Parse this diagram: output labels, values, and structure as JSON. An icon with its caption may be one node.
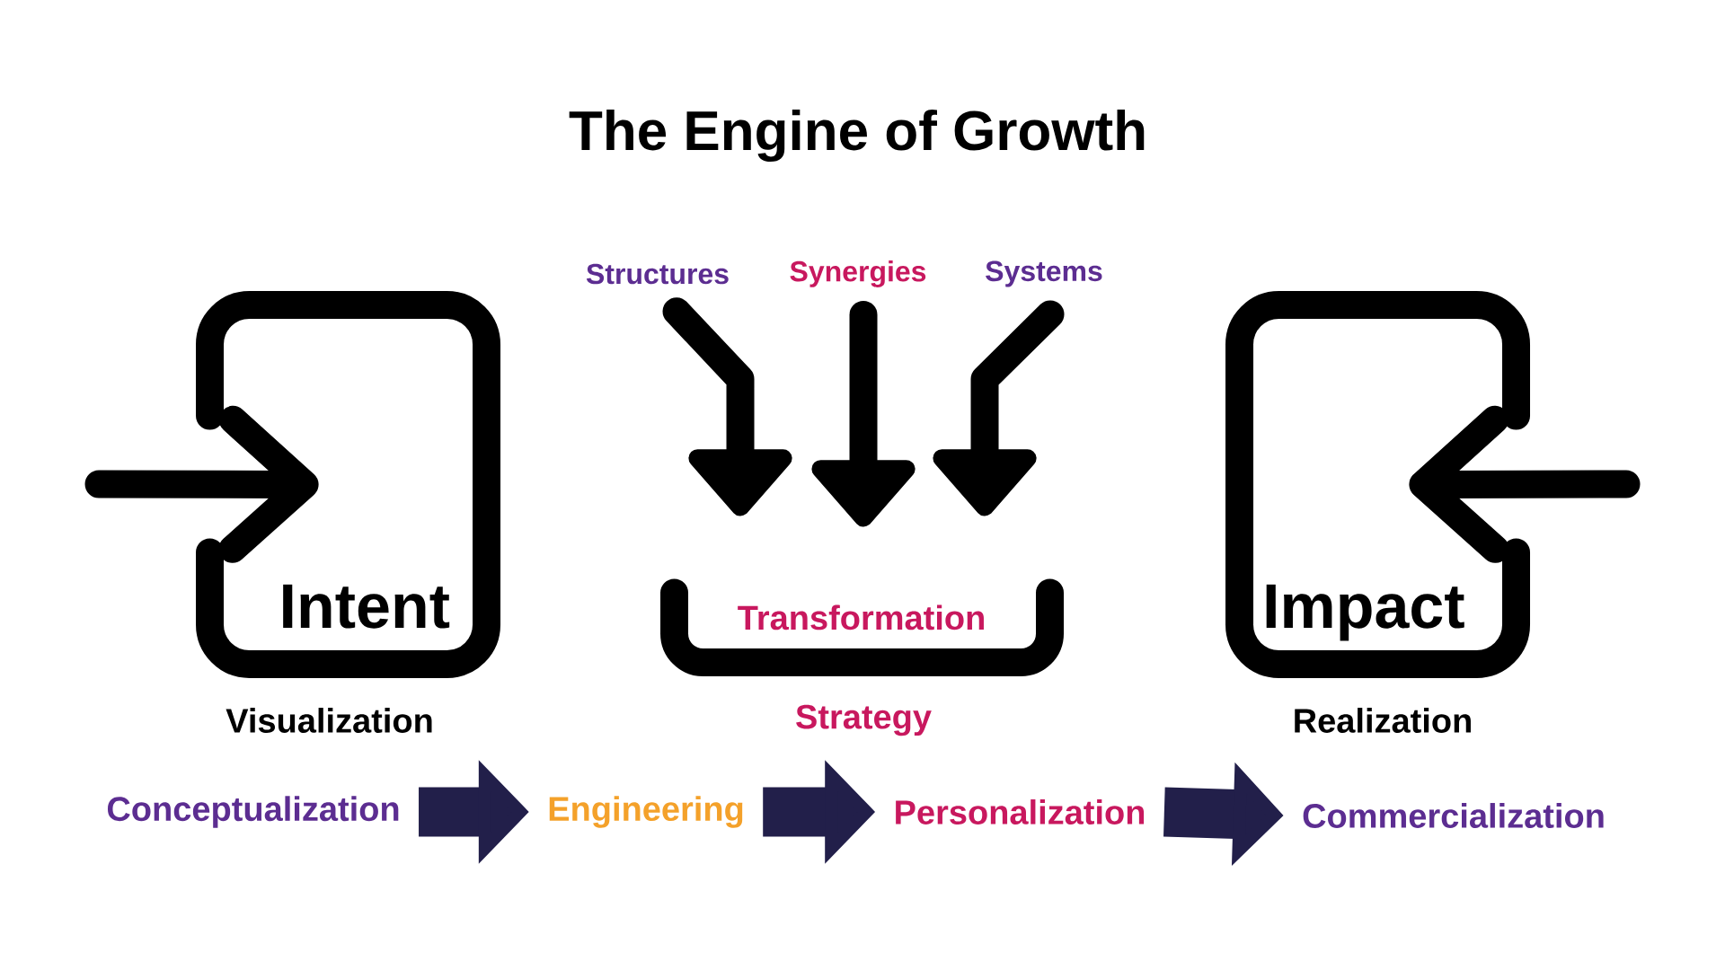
{
  "diagram": {
    "title": "The Engine of Growth",
    "nodes": [
      {
        "text": [
          "Intent"
        ],
        "beside": [
          "Visualization"
        ]
      },
      {
        "text": [
          "Structures"
        ]
      },
      {
        "text": [
          "Synergies"
        ]
      },
      {
        "text": [
          "Systems"
        ]
      },
      {
        "text": [
          "Transformation"
        ],
        "beside": [
          "Strategy"
        ]
      },
      {
        "text": [
          "Impact"
        ],
        "beside": [
          "Realization"
        ]
      },
      {
        "text": [
          "Conceptualization"
        ]
      },
      {
        "text": [
          "Engineering"
        ]
      },
      {
        "text": [
          "Personalization"
        ]
      },
      {
        "text": [
          "Commercialization"
        ]
      }
    ],
    "edges": [
      {
        "from": null,
        "to": 0,
        "arrow": "to"
      },
      {
        "from": 1,
        "to": 4,
        "arrow": "to"
      },
      {
        "from": 2,
        "to": 4,
        "arrow": "to"
      },
      {
        "from": 3,
        "to": 4,
        "arrow": "to"
      },
      {
        "from": null,
        "to": 5,
        "arrow": "to"
      },
      {
        "from": 6,
        "to": 7,
        "arrow": "to",
        "color": "#221f4a"
      },
      {
        "from": 7,
        "to": 8,
        "arrow": "to",
        "color": "#221f4a"
      },
      {
        "from": 8,
        "to": 9,
        "arrow": "to",
        "color": "#221f4a"
      }
    ]
  }
}
